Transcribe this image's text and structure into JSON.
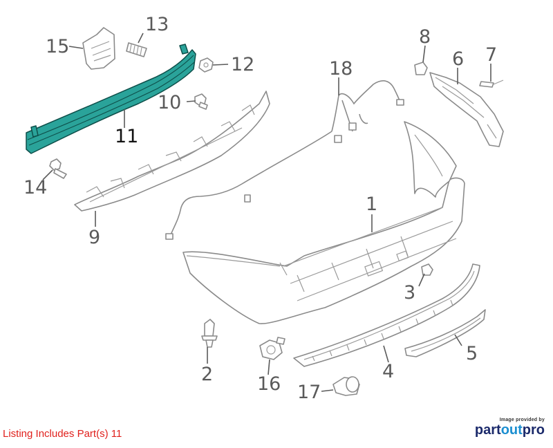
{
  "callouts": {
    "p1": "1",
    "p2": "2",
    "p3": "3",
    "p4": "4",
    "p5": "5",
    "p6": "6",
    "p7": "7",
    "p8": "8",
    "p9": "9",
    "p10": "10",
    "p11": "11",
    "p12": "12",
    "p13": "13",
    "p14": "14",
    "p15": "15",
    "p16": "16",
    "p17": "17",
    "p18": "18"
  },
  "highlighted_part": "11",
  "colors": {
    "highlight": "#2aa39a",
    "listing_text": "#e0201c"
  },
  "listing": "Listing Includes Part(s) 11",
  "brand": {
    "caption": "Image provided by",
    "name_part": "part",
    "name_out": "out",
    "name_pro": "pro"
  }
}
